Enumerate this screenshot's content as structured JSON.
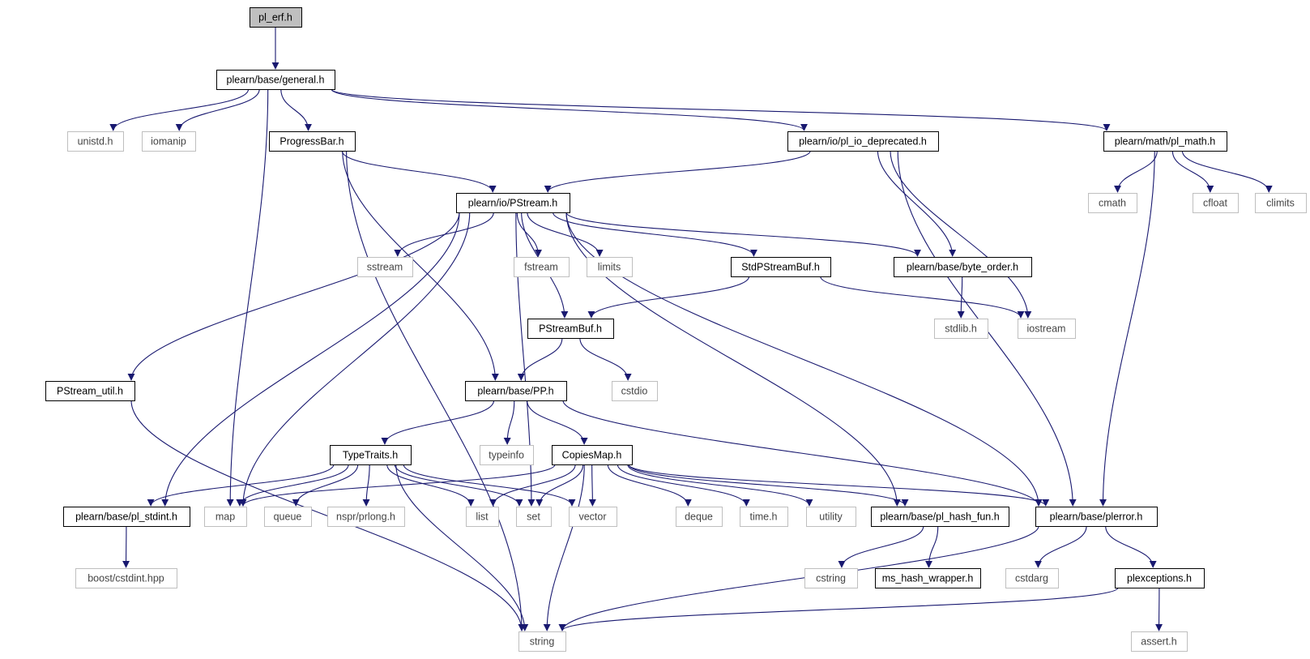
{
  "diagram": {
    "edge_color": "#191970",
    "root_fill": "#bfbfbf",
    "system_border": "#bfbfbf",
    "nodes": [
      {
        "id": "pl_erf",
        "label": "pl_erf.h",
        "kind": "root"
      },
      {
        "id": "general",
        "label": "plearn/base/general.h",
        "kind": "file"
      },
      {
        "id": "unistd",
        "label": "unistd.h",
        "kind": "system"
      },
      {
        "id": "iomanip",
        "label": "iomanip",
        "kind": "system"
      },
      {
        "id": "progressbar",
        "label": "ProgressBar.h",
        "kind": "file"
      },
      {
        "id": "pl_io_dep",
        "label": "plearn/io/pl_io_deprecated.h",
        "kind": "file"
      },
      {
        "id": "pl_math",
        "label": "plearn/math/pl_math.h",
        "kind": "file"
      },
      {
        "id": "cmath",
        "label": "cmath",
        "kind": "system"
      },
      {
        "id": "cfloat",
        "label": "cfloat",
        "kind": "system"
      },
      {
        "id": "climits",
        "label": "climits",
        "kind": "system"
      },
      {
        "id": "pstream",
        "label": "plearn/io/PStream.h",
        "kind": "file"
      },
      {
        "id": "sstream",
        "label": "sstream",
        "kind": "system"
      },
      {
        "id": "fstream",
        "label": "fstream",
        "kind": "system"
      },
      {
        "id": "limits",
        "label": "limits",
        "kind": "system"
      },
      {
        "id": "stdpstreambuf",
        "label": "StdPStreamBuf.h",
        "kind": "file"
      },
      {
        "id": "byte_order",
        "label": "plearn/base/byte_order.h",
        "kind": "file"
      },
      {
        "id": "pstreambuf",
        "label": "PStreamBuf.h",
        "kind": "file"
      },
      {
        "id": "stdlib",
        "label": "stdlib.h",
        "kind": "system"
      },
      {
        "id": "iostream",
        "label": "iostream",
        "kind": "system"
      },
      {
        "id": "pstream_util",
        "label": "PStream_util.h",
        "kind": "file"
      },
      {
        "id": "pp",
        "label": "plearn/base/PP.h",
        "kind": "file"
      },
      {
        "id": "cstdio",
        "label": "cstdio",
        "kind": "system"
      },
      {
        "id": "typetraits",
        "label": "TypeTraits.h",
        "kind": "file"
      },
      {
        "id": "typeinfo",
        "label": "typeinfo",
        "kind": "system"
      },
      {
        "id": "copiesmap",
        "label": "CopiesMap.h",
        "kind": "file"
      },
      {
        "id": "pl_stdint",
        "label": "plearn/base/pl_stdint.h",
        "kind": "file"
      },
      {
        "id": "map",
        "label": "map",
        "kind": "system"
      },
      {
        "id": "queue",
        "label": "queue",
        "kind": "system"
      },
      {
        "id": "prlong",
        "label": "nspr/prlong.h",
        "kind": "system"
      },
      {
        "id": "list",
        "label": "list",
        "kind": "system"
      },
      {
        "id": "set",
        "label": "set",
        "kind": "system"
      },
      {
        "id": "vector",
        "label": "vector",
        "kind": "system"
      },
      {
        "id": "deque",
        "label": "deque",
        "kind": "system"
      },
      {
        "id": "time",
        "label": "time.h",
        "kind": "system"
      },
      {
        "id": "utility",
        "label": "utility",
        "kind": "system"
      },
      {
        "id": "pl_hash_fun",
        "label": "plearn/base/pl_hash_fun.h",
        "kind": "file"
      },
      {
        "id": "plerror",
        "label": "plearn/base/plerror.h",
        "kind": "file"
      },
      {
        "id": "cstdint",
        "label": "boost/cstdint.hpp",
        "kind": "system"
      },
      {
        "id": "cstring",
        "label": "cstring",
        "kind": "system"
      },
      {
        "id": "ms_hash",
        "label": "ms_hash_wrapper.h",
        "kind": "file"
      },
      {
        "id": "cstdarg",
        "label": "cstdarg",
        "kind": "system"
      },
      {
        "id": "plexceptions",
        "label": "plexceptions.h",
        "kind": "file"
      },
      {
        "id": "string",
        "label": "string",
        "kind": "system"
      },
      {
        "id": "assert",
        "label": "assert.h",
        "kind": "system"
      }
    ],
    "edges": [
      [
        "pl_erf",
        "general"
      ],
      [
        "general",
        "unistd"
      ],
      [
        "general",
        "iomanip"
      ],
      [
        "general",
        "map"
      ],
      [
        "general",
        "progressbar"
      ],
      [
        "general",
        "pl_io_dep"
      ],
      [
        "general",
        "pl_math"
      ],
      [
        "progressbar",
        "string"
      ],
      [
        "progressbar",
        "pp"
      ],
      [
        "progressbar",
        "pstream"
      ],
      [
        "pl_io_dep",
        "pstream"
      ],
      [
        "pl_io_dep",
        "plerror"
      ],
      [
        "pl_io_dep",
        "byte_order"
      ],
      [
        "pl_io_dep",
        "iostream"
      ],
      [
        "pl_math",
        "cmath"
      ],
      [
        "pl_math",
        "cfloat"
      ],
      [
        "pl_math",
        "climits"
      ],
      [
        "pl_math",
        "plerror"
      ],
      [
        "pstream",
        "pstream_util"
      ],
      [
        "pstream",
        "pl_stdint"
      ],
      [
        "pstream",
        "map"
      ],
      [
        "pstream",
        "sstream"
      ],
      [
        "pstream",
        "set"
      ],
      [
        "pstream",
        "pstreambuf"
      ],
      [
        "pstream",
        "fstream"
      ],
      [
        "pstream",
        "limits"
      ],
      [
        "pstream",
        "pl_hash_fun"
      ],
      [
        "pstream",
        "plerror"
      ],
      [
        "pstream",
        "stdpstreambuf"
      ],
      [
        "pstream",
        "byte_order"
      ],
      [
        "stdpstreambuf",
        "pstreambuf"
      ],
      [
        "stdpstreambuf",
        "iostream"
      ],
      [
        "byte_order",
        "stdlib"
      ],
      [
        "pstreambuf",
        "pp"
      ],
      [
        "pstreambuf",
        "cstdio"
      ],
      [
        "pstream_util",
        "string"
      ],
      [
        "pp",
        "typetraits"
      ],
      [
        "pp",
        "typeinfo"
      ],
      [
        "pp",
        "copiesmap"
      ],
      [
        "pp",
        "plerror"
      ],
      [
        "typetraits",
        "pl_stdint"
      ],
      [
        "typetraits",
        "map"
      ],
      [
        "typetraits",
        "queue"
      ],
      [
        "typetraits",
        "prlong"
      ],
      [
        "typetraits",
        "list"
      ],
      [
        "typetraits",
        "set"
      ],
      [
        "typetraits",
        "vector"
      ],
      [
        "typetraits",
        "string"
      ],
      [
        "copiesmap",
        "map"
      ],
      [
        "copiesmap",
        "list"
      ],
      [
        "copiesmap",
        "set"
      ],
      [
        "copiesmap",
        "vector"
      ],
      [
        "copiesmap",
        "deque"
      ],
      [
        "copiesmap",
        "time"
      ],
      [
        "copiesmap",
        "utility"
      ],
      [
        "copiesmap",
        "pl_hash_fun"
      ],
      [
        "copiesmap",
        "plerror"
      ],
      [
        "copiesmap",
        "string"
      ],
      [
        "pl_stdint",
        "cstdint"
      ],
      [
        "pl_hash_fun",
        "cstring"
      ],
      [
        "pl_hash_fun",
        "ms_hash"
      ],
      [
        "plerror",
        "cstdarg"
      ],
      [
        "plerror",
        "plexceptions"
      ],
      [
        "plerror",
        "string"
      ],
      [
        "plexceptions",
        "string"
      ],
      [
        "plexceptions",
        "assert"
      ]
    ]
  }
}
